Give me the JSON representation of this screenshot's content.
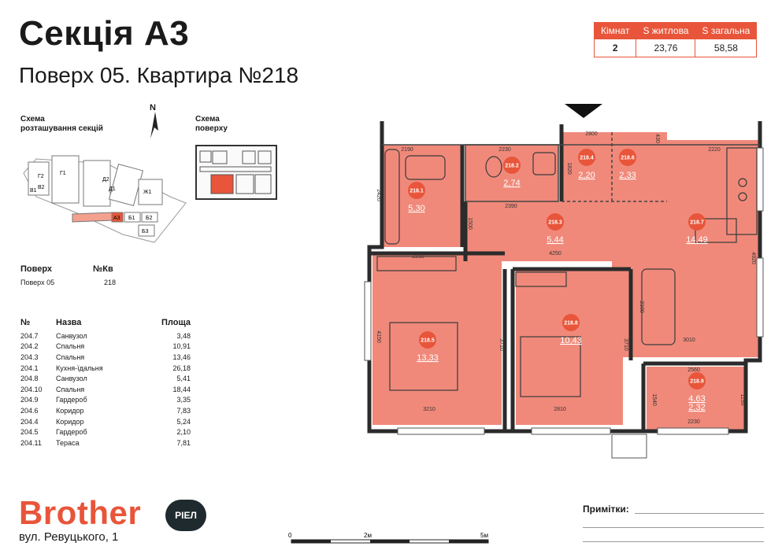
{
  "header": {
    "title": "Секція А3",
    "subtitle": "Поверх 05. Квартира №218"
  },
  "summary": {
    "headers": [
      "Кімнат",
      "S житлова",
      "S загальна"
    ],
    "values": [
      "2",
      "23,76",
      "58,58"
    ]
  },
  "schemes": {
    "sections_label_1": "Схема",
    "sections_label_2": "розташування секцій",
    "floor_label_1": "Схема",
    "floor_label_2": "поверху",
    "north": "N",
    "section_tags": [
      "Г2",
      "Г1",
      "В1",
      "В2",
      "Д1",
      "Д2",
      "Ж1",
      "А3",
      "Б1",
      "Б2",
      "Б3"
    ]
  },
  "location": {
    "floor_label": "Поверх",
    "apt_label": "№Кв",
    "floor_value": "Поверх 05",
    "apt_value": "218"
  },
  "rooms_table": {
    "headers": [
      "№",
      "Назва",
      "Площа"
    ],
    "rows": [
      [
        "204.7",
        "Санвузол",
        "3,48"
      ],
      [
        "204.2",
        "Спальня",
        "10,91"
      ],
      [
        "204.3",
        "Спальня",
        "13,46"
      ],
      [
        "204.1",
        "Кухня-їдальня",
        "26,18"
      ],
      [
        "204.8",
        "Санвузол",
        "5,41"
      ],
      [
        "204.10",
        "Спальня",
        "18,44"
      ],
      [
        "204.9",
        "Гардероб",
        "3,35"
      ],
      [
        "204.6",
        "Коридор",
        "7,83"
      ],
      [
        "204.4",
        "Коридор",
        "5,24"
      ],
      [
        "204.5",
        "Гардероб",
        "2,10"
      ],
      [
        "204.11",
        "Тераса",
        "7,81"
      ]
    ]
  },
  "plan": {
    "rooms": [
      {
        "id": "218.1",
        "area": "5,30"
      },
      {
        "id": "218.2",
        "area": "2,74"
      },
      {
        "id": "218.4",
        "area": "2,20"
      },
      {
        "id": "218.6",
        "area": "2,33"
      },
      {
        "id": "218.3",
        "area": "5,44"
      },
      {
        "id": "218.7",
        "area": "14,49"
      },
      {
        "id": "218.5",
        "area": "13,33"
      },
      {
        "id": "218.8",
        "area": "10,43"
      },
      {
        "id": "218.9",
        "area_a": "4,63",
        "area_b": "2,32"
      }
    ],
    "dimensions": [
      "2190",
      "2230",
      "2800",
      "2220",
      "2390",
      "4250",
      "2210",
      "3210",
      "2810",
      "2230",
      "2560",
      "3010",
      "2420",
      "1500",
      "1820",
      "4150",
      "3710",
      "3710",
      "1540",
      "1150",
      "2100",
      "4920",
      "430"
    ]
  },
  "brand": {
    "name": "Brother",
    "badge": "РІЕЛ",
    "address": "вул. Ревуцького, 1"
  },
  "scale": {
    "labels": [
      "0",
      "2м",
      "5м"
    ]
  },
  "notes": {
    "label": "Примітки:"
  },
  "colors": {
    "accent": "#e8553a",
    "room_fill": "#f0897a",
    "wall": "#2b2b2b",
    "badge": "#e8553a",
    "brand_badge": "#1e2a2e"
  }
}
